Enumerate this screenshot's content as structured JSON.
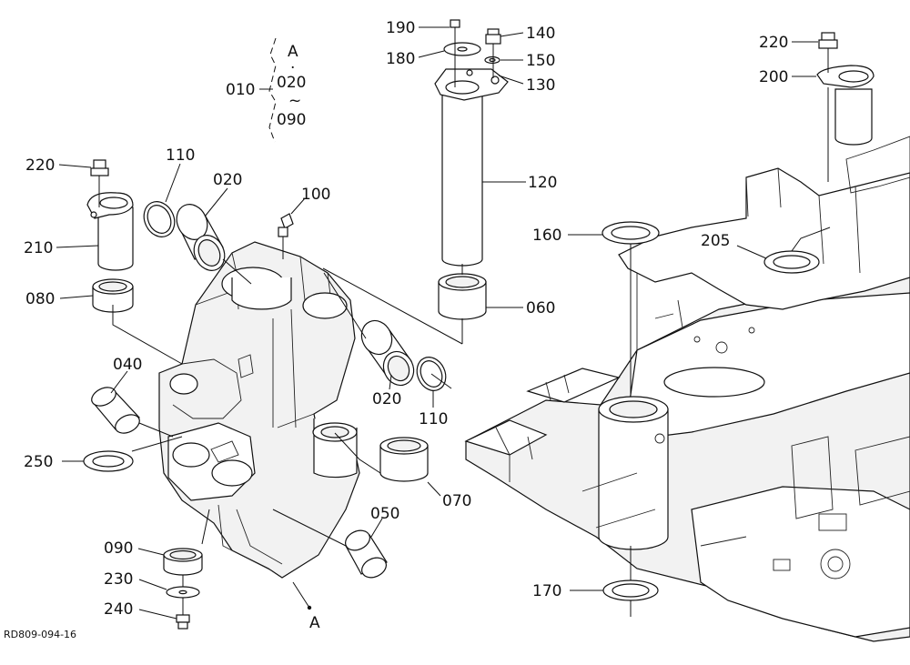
{
  "drawing_id": "RD809-094-16",
  "colors": {
    "line": "#111111",
    "background": "#ffffff"
  },
  "kit_note": {
    "letter": "A",
    "dot": "·",
    "from": "020",
    "tilde": "~",
    "to": "090",
    "ref": "010"
  },
  "bottom_marker": "A",
  "labels": {
    "l190": "190",
    "l140": "140",
    "l180": "180",
    "l150": "150",
    "l130": "130",
    "l220a": "220",
    "l200": "200",
    "l220b": "220",
    "l110a": "110",
    "l020a": "020",
    "l100": "100",
    "l120": "120",
    "l210": "210",
    "l160": "160",
    "l205": "205",
    "l080": "080",
    "l060": "060",
    "l040": "040",
    "l020b": "020",
    "l110b": "110",
    "l250": "250",
    "l070": "070",
    "l050": "050",
    "l090": "090",
    "l230": "230",
    "l240": "240",
    "l170": "170"
  }
}
